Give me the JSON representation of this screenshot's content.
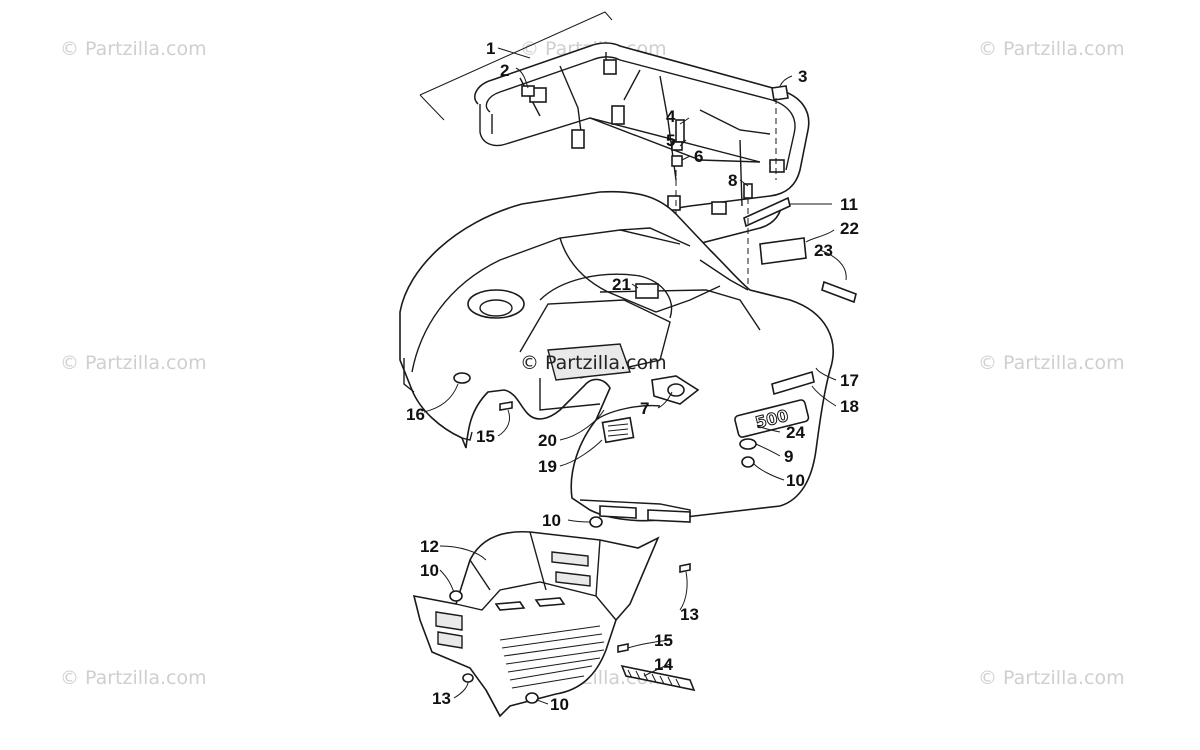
{
  "watermarks": {
    "text": "© Partzilla.com",
    "center_text": "© Partzilla.com"
  },
  "callouts": [
    {
      "id": "c1",
      "label": "1"
    },
    {
      "id": "c2",
      "label": "2"
    },
    {
      "id": "c3",
      "label": "3"
    },
    {
      "id": "c4",
      "label": "4"
    },
    {
      "id": "c5",
      "label": "5"
    },
    {
      "id": "c6",
      "label": "6"
    },
    {
      "id": "c7",
      "label": "7"
    },
    {
      "id": "c8",
      "label": "8"
    },
    {
      "id": "c9",
      "label": "9"
    },
    {
      "id": "c10a",
      "label": "10"
    },
    {
      "id": "c10b",
      "label": "10"
    },
    {
      "id": "c10c",
      "label": "10"
    },
    {
      "id": "c10d",
      "label": "10"
    },
    {
      "id": "c11",
      "label": "11"
    },
    {
      "id": "c12",
      "label": "12"
    },
    {
      "id": "c13a",
      "label": "13"
    },
    {
      "id": "c13b",
      "label": "13"
    },
    {
      "id": "c14",
      "label": "14"
    },
    {
      "id": "c15a",
      "label": "15"
    },
    {
      "id": "c15b",
      "label": "15"
    },
    {
      "id": "c16",
      "label": "16"
    },
    {
      "id": "c17",
      "label": "17"
    },
    {
      "id": "c18",
      "label": "18"
    },
    {
      "id": "c19",
      "label": "19"
    },
    {
      "id": "c20",
      "label": "20"
    },
    {
      "id": "c21",
      "label": "21"
    },
    {
      "id": "c22",
      "label": "22"
    },
    {
      "id": "c23",
      "label": "23"
    },
    {
      "id": "c24",
      "label": "24"
    }
  ],
  "fender_emblem": "500",
  "colors": {
    "line": "#1a1a1a",
    "watermark": "#cfcfcf",
    "background": "#ffffff"
  }
}
